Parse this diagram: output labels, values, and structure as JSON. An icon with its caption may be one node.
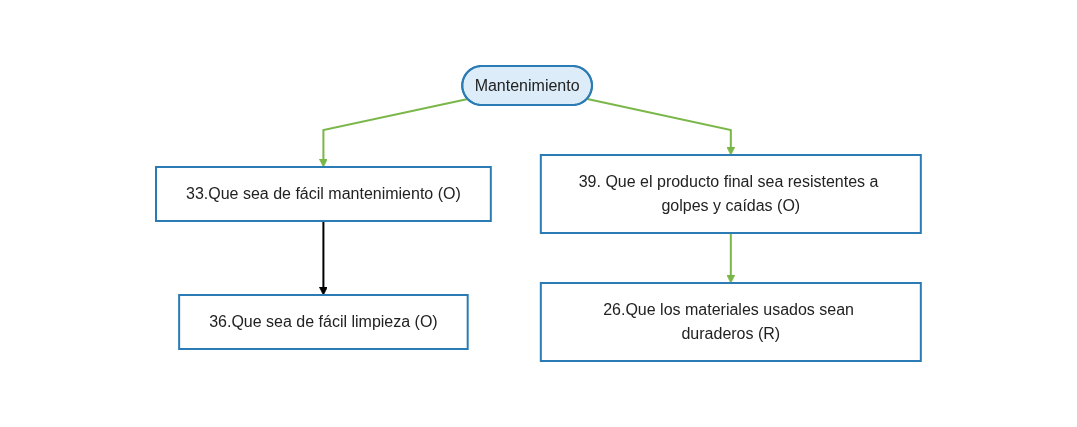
{
  "diagram": {
    "nodes": [
      {
        "text": [
          "Mantenimiento"
        ]
      },
      {
        "text": [
          "33.Que sea de fácil mantenimiento (O)"
        ]
      },
      {
        "text": [
          "39. Que el producto final sea resistentes a golpes y caídas (O)"
        ]
      },
      {
        "text": [
          "36.Que sea de fácil limpieza (O)"
        ]
      },
      {
        "text": [
          "26.Que los materiales usados sean duraderos (R)"
        ]
      }
    ],
    "edges": [
      {
        "from": 0,
        "to": 1,
        "arrow": "to"
      },
      {
        "from": 0,
        "to": 2,
        "arrow": "to"
      },
      {
        "from": 1,
        "to": 3,
        "arrow": "to",
        "color": "#000000"
      },
      {
        "from": 2,
        "to": 4,
        "arrow": "to"
      }
    ]
  }
}
